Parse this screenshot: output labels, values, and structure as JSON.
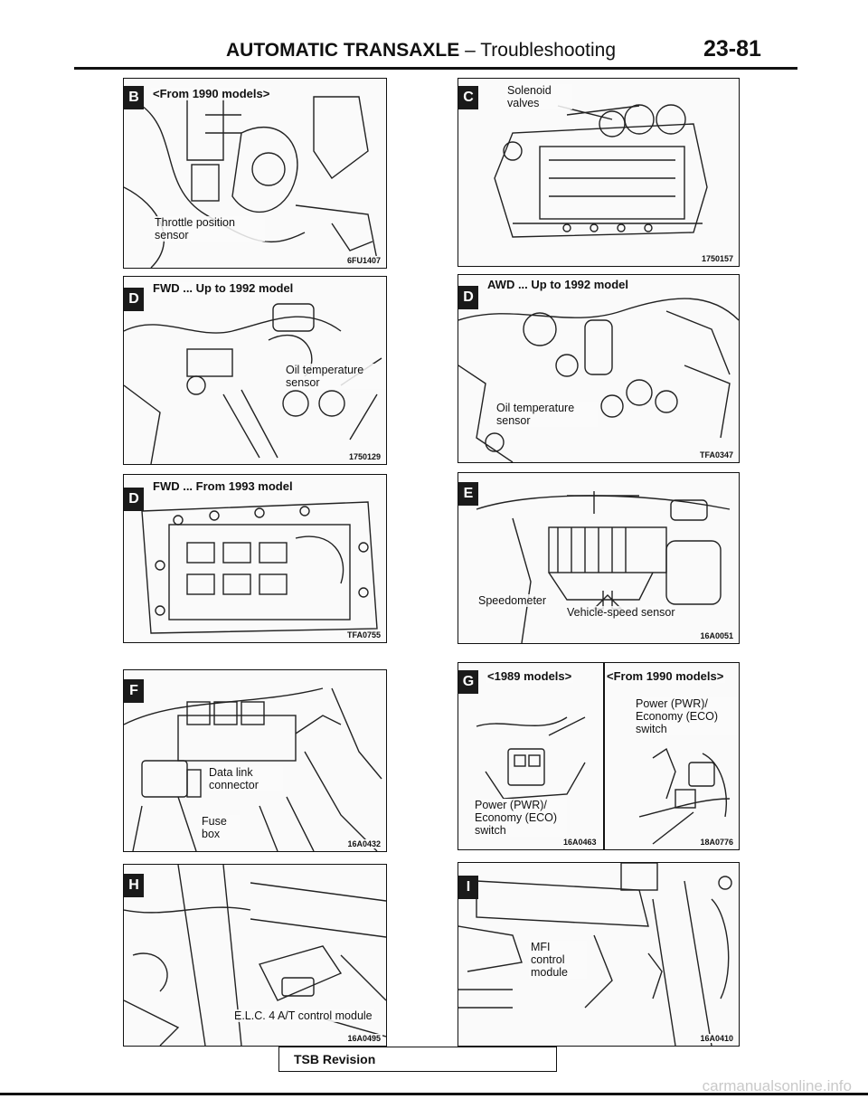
{
  "header": {
    "title_bold": "AUTOMATIC TRANSAXLE",
    "title_dash": "–",
    "title_rest": "Troubleshooting",
    "page": "23-81"
  },
  "panels": {
    "b": {
      "tag": "B",
      "caption": "<From 1990 models>",
      "label": "Throttle position sensor",
      "code": "6FU1407"
    },
    "c": {
      "tag": "C",
      "label": "Solenoid valves",
      "code": "1750157"
    },
    "d1": {
      "tag": "D",
      "caption": "FWD ... Up to 1992 model",
      "label": "Oil temperature sensor",
      "code": "1750129"
    },
    "d2": {
      "tag": "D",
      "caption": "AWD ... Up to 1992 model",
      "label": "Oil temperature sensor",
      "code": "TFA0347"
    },
    "d3": {
      "tag": "D",
      "caption": "FWD ... From 1993 model",
      "code": "TFA0755"
    },
    "e": {
      "tag": "E",
      "label1": "Speedometer",
      "label2": "Vehicle-speed sensor",
      "code": "16A0051"
    },
    "f": {
      "tag": "F",
      "label1": "Data link connector",
      "label2": "Fuse box",
      "code": "16A0432"
    },
    "g": {
      "tag": "G",
      "caption_left": "<1989 models>",
      "caption_right": "<From 1990 models>",
      "label_right": "Power (PWR)/ Economy (ECO) switch",
      "label_left": "Power (PWR)/ Economy (ECO) switch",
      "code_left": "16A0463",
      "code_right": "18A0776"
    },
    "h": {
      "tag": "H",
      "label": "E.L.C. 4 A/T control module",
      "code": "16A0495"
    },
    "i": {
      "tag": "I",
      "label": "MFI control module",
      "code": "16A0410"
    }
  },
  "footer": {
    "tsb": "TSB Revision",
    "watermark": "carmanualsonline.info"
  },
  "colors": {
    "ink": "#111111",
    "paper": "#ffffff",
    "watermark": "#c9c9c9"
  }
}
